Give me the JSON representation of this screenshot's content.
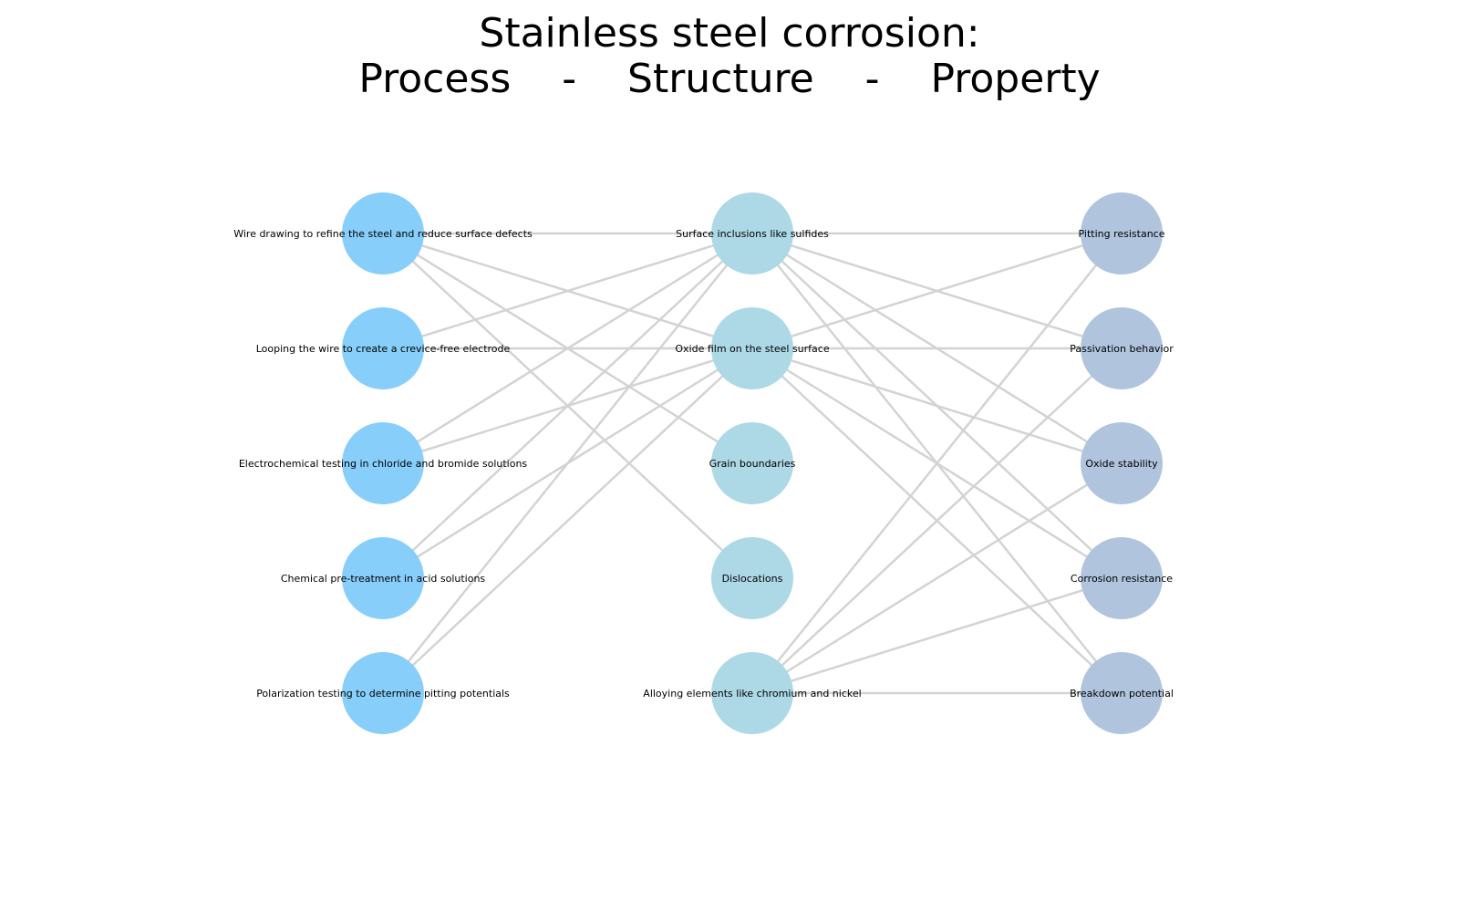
{
  "title": {
    "line1": "Stainless steel corrosion:",
    "line2": "Process    -    Structure    -    Property"
  },
  "colors": {
    "process": "#87cefa",
    "structure": "#add8e6",
    "property": "#b0c4de",
    "edge": "#d3d3d3"
  },
  "nodes": {
    "process": [
      "Wire drawing to refine the steel and reduce surface defects",
      "Looping the wire to create a crevice-free electrode",
      "Electrochemical testing in chloride and bromide solutions",
      "Chemical pre-treatment in acid solutions",
      "Polarization testing to determine pitting potentials"
    ],
    "structure": [
      "Surface inclusions like sulfides",
      "Oxide film on the steel surface",
      "Grain boundaries",
      "Dislocations",
      "Alloying elements like chromium and nickel"
    ],
    "property": [
      "Pitting resistance",
      "Passivation behavior",
      "Oxide stability",
      "Corrosion resistance",
      "Breakdown potential"
    ]
  },
  "edges": [
    [
      "process",
      0,
      "structure",
      0
    ],
    [
      "process",
      0,
      "structure",
      1
    ],
    [
      "process",
      0,
      "structure",
      2
    ],
    [
      "process",
      0,
      "structure",
      3
    ],
    [
      "process",
      1,
      "structure",
      0
    ],
    [
      "process",
      1,
      "structure",
      1
    ],
    [
      "process",
      2,
      "structure",
      0
    ],
    [
      "process",
      2,
      "structure",
      1
    ],
    [
      "process",
      3,
      "structure",
      0
    ],
    [
      "process",
      3,
      "structure",
      1
    ],
    [
      "process",
      4,
      "structure",
      0
    ],
    [
      "process",
      4,
      "structure",
      1
    ],
    [
      "structure",
      0,
      "property",
      0
    ],
    [
      "structure",
      0,
      "property",
      1
    ],
    [
      "structure",
      0,
      "property",
      2
    ],
    [
      "structure",
      0,
      "property",
      3
    ],
    [
      "structure",
      0,
      "property",
      4
    ],
    [
      "structure",
      1,
      "property",
      0
    ],
    [
      "structure",
      1,
      "property",
      1
    ],
    [
      "structure",
      1,
      "property",
      2
    ],
    [
      "structure",
      1,
      "property",
      3
    ],
    [
      "structure",
      1,
      "property",
      4
    ],
    [
      "structure",
      4,
      "property",
      0
    ],
    [
      "structure",
      4,
      "property",
      1
    ],
    [
      "structure",
      4,
      "property",
      2
    ],
    [
      "structure",
      4,
      "property",
      3
    ],
    [
      "structure",
      4,
      "property",
      4
    ]
  ]
}
